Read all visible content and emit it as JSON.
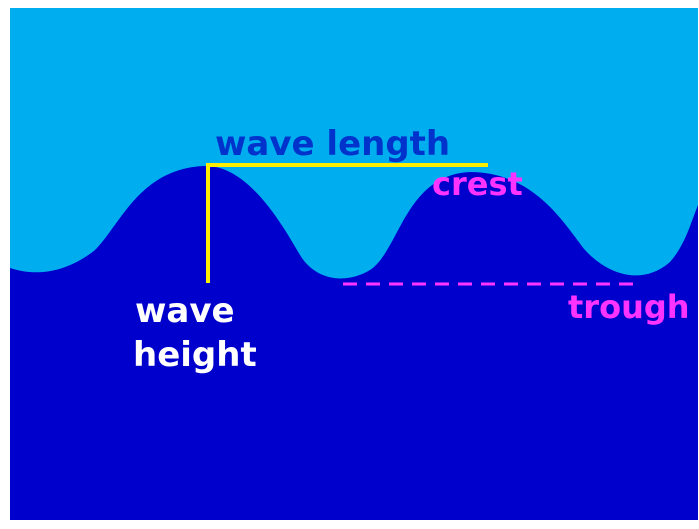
{
  "diagram": {
    "labels": {
      "wave_length": "wave length",
      "crest": "crest",
      "trough": "trough",
      "wave_height_line1": "wave",
      "wave_height_line2": "height"
    },
    "colors": {
      "sky": "#00AEEF",
      "water": "#0000CC",
      "wave_length_text": "#0033CC",
      "measure_line": "#FFEE00",
      "crest_trough": "#FF33FF",
      "height_text": "#FFFFFF"
    }
  }
}
